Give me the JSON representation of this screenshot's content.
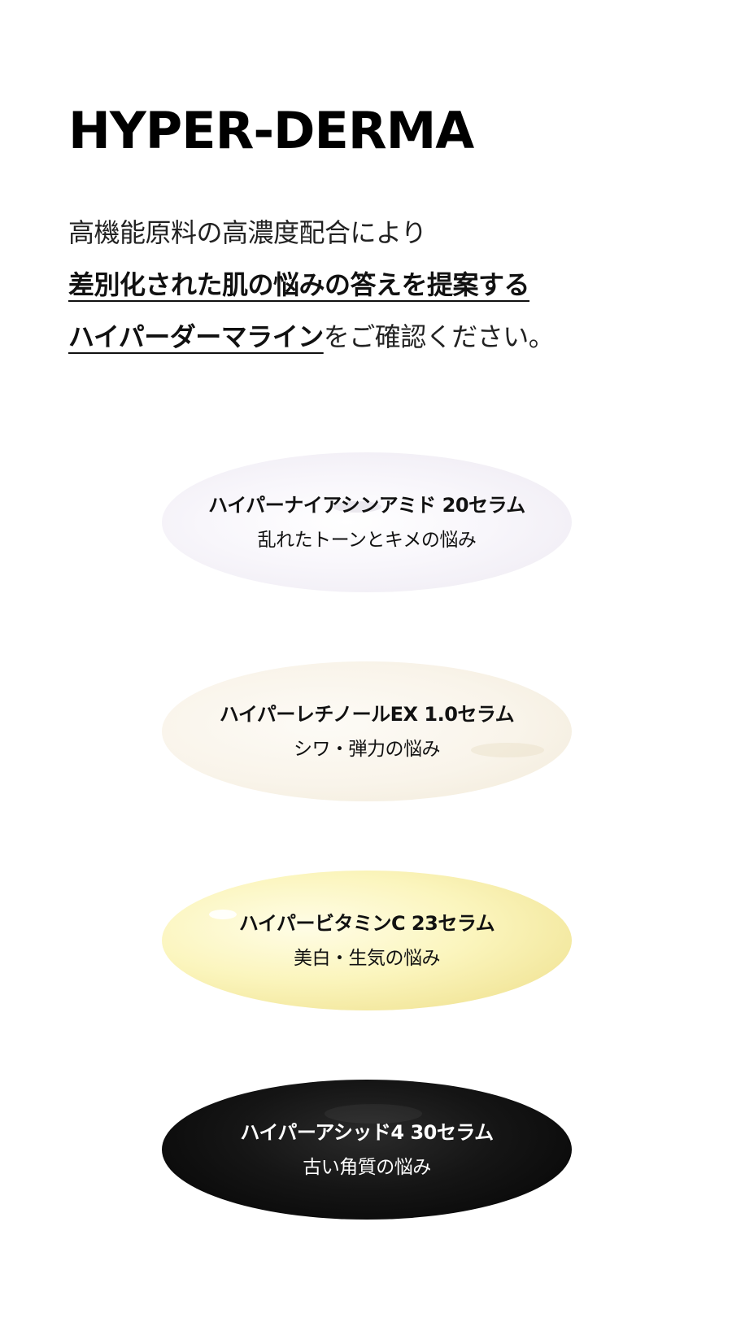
{
  "brand": {
    "title": "HYPER-DERMA"
  },
  "intro": {
    "line1": "高機能原料の高濃度配合により",
    "line2": "差別化された肌の悩みの答えを提案する",
    "line3_underlined": "ハイパーダーマライン",
    "line3_rest": "をご確認ください。"
  },
  "products": [
    {
      "name": "ハイパーナイアシンアミド 20セラム",
      "concern": "乱れたトーンとキメの悩み"
    },
    {
      "name": "ハイパーレチノールEX 1.0セラム",
      "concern": "シワ・弾力の悩み"
    },
    {
      "name": "ハイパービタミンC 23セラム",
      "concern": "美白・生気の悩み"
    },
    {
      "name": "ハイパーアシッド4 30セラム",
      "concern": "古い角質の悩み"
    }
  ],
  "colors": {
    "niacinamide_swatch": "#f4f2f7",
    "retinol_swatch": "#f6f0e3",
    "vitamin_c_swatch": "#f8efae",
    "acid_swatch": "#111111"
  }
}
